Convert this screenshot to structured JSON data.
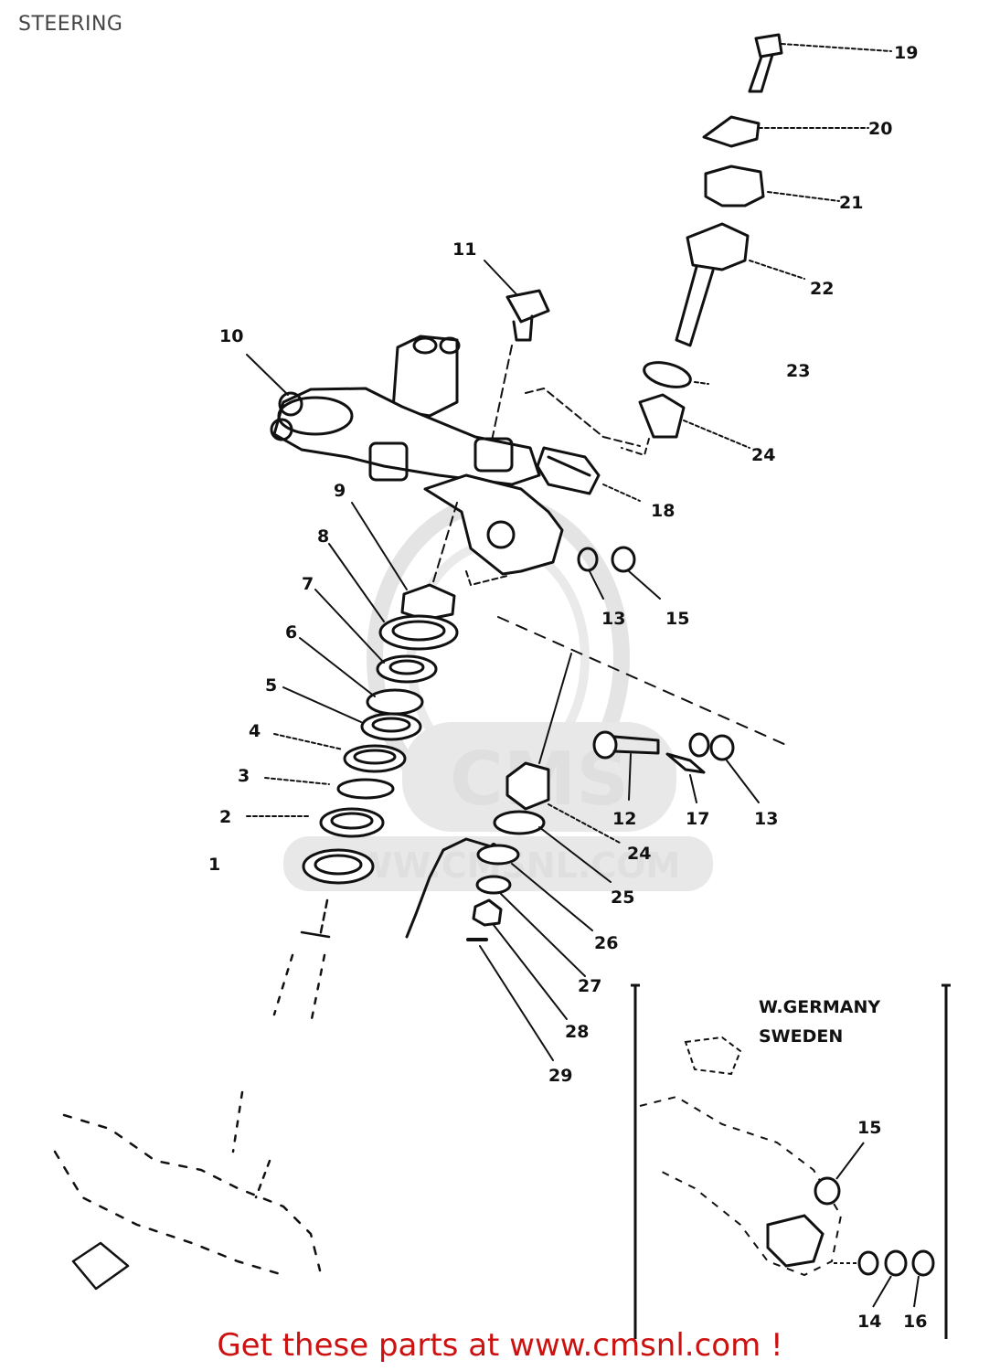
{
  "header": {
    "title": "STEERING"
  },
  "watermark": {
    "logo_text": "CMS",
    "url_text": "WWW.CMSNL.COM"
  },
  "callouts": [
    {
      "id": "c1",
      "label": "1"
    },
    {
      "id": "c2",
      "label": "2"
    },
    {
      "id": "c3",
      "label": "3"
    },
    {
      "id": "c4",
      "label": "4"
    },
    {
      "id": "c5",
      "label": "5"
    },
    {
      "id": "c6",
      "label": "6"
    },
    {
      "id": "c7",
      "label": "7"
    },
    {
      "id": "c8",
      "label": "8"
    },
    {
      "id": "c9",
      "label": "9"
    },
    {
      "id": "c10",
      "label": "10"
    },
    {
      "id": "c11",
      "label": "11"
    },
    {
      "id": "c12",
      "label": "12"
    },
    {
      "id": "c13a",
      "label": "13"
    },
    {
      "id": "c13b",
      "label": "13"
    },
    {
      "id": "c15a",
      "label": "15"
    },
    {
      "id": "c17",
      "label": "17"
    },
    {
      "id": "c18",
      "label": "18"
    },
    {
      "id": "c19",
      "label": "19"
    },
    {
      "id": "c20",
      "label": "20"
    },
    {
      "id": "c21",
      "label": "21"
    },
    {
      "id": "c22",
      "label": "22"
    },
    {
      "id": "c23",
      "label": "23"
    },
    {
      "id": "c24a",
      "label": "24"
    },
    {
      "id": "c24b",
      "label": "24"
    },
    {
      "id": "c25",
      "label": "25"
    },
    {
      "id": "c26",
      "label": "26"
    },
    {
      "id": "c27",
      "label": "27"
    },
    {
      "id": "c28",
      "label": "28"
    },
    {
      "id": "c29",
      "label": "29"
    },
    {
      "id": "c15b",
      "label": "15"
    },
    {
      "id": "c14",
      "label": "14"
    },
    {
      "id": "c16",
      "label": "16"
    }
  ],
  "inset": {
    "line1": "W.GERMANY",
    "line2": "SWEDEN"
  },
  "footer": {
    "link_text": "Get these parts at www.cmsnl.com !",
    "color": "#cc1111"
  }
}
